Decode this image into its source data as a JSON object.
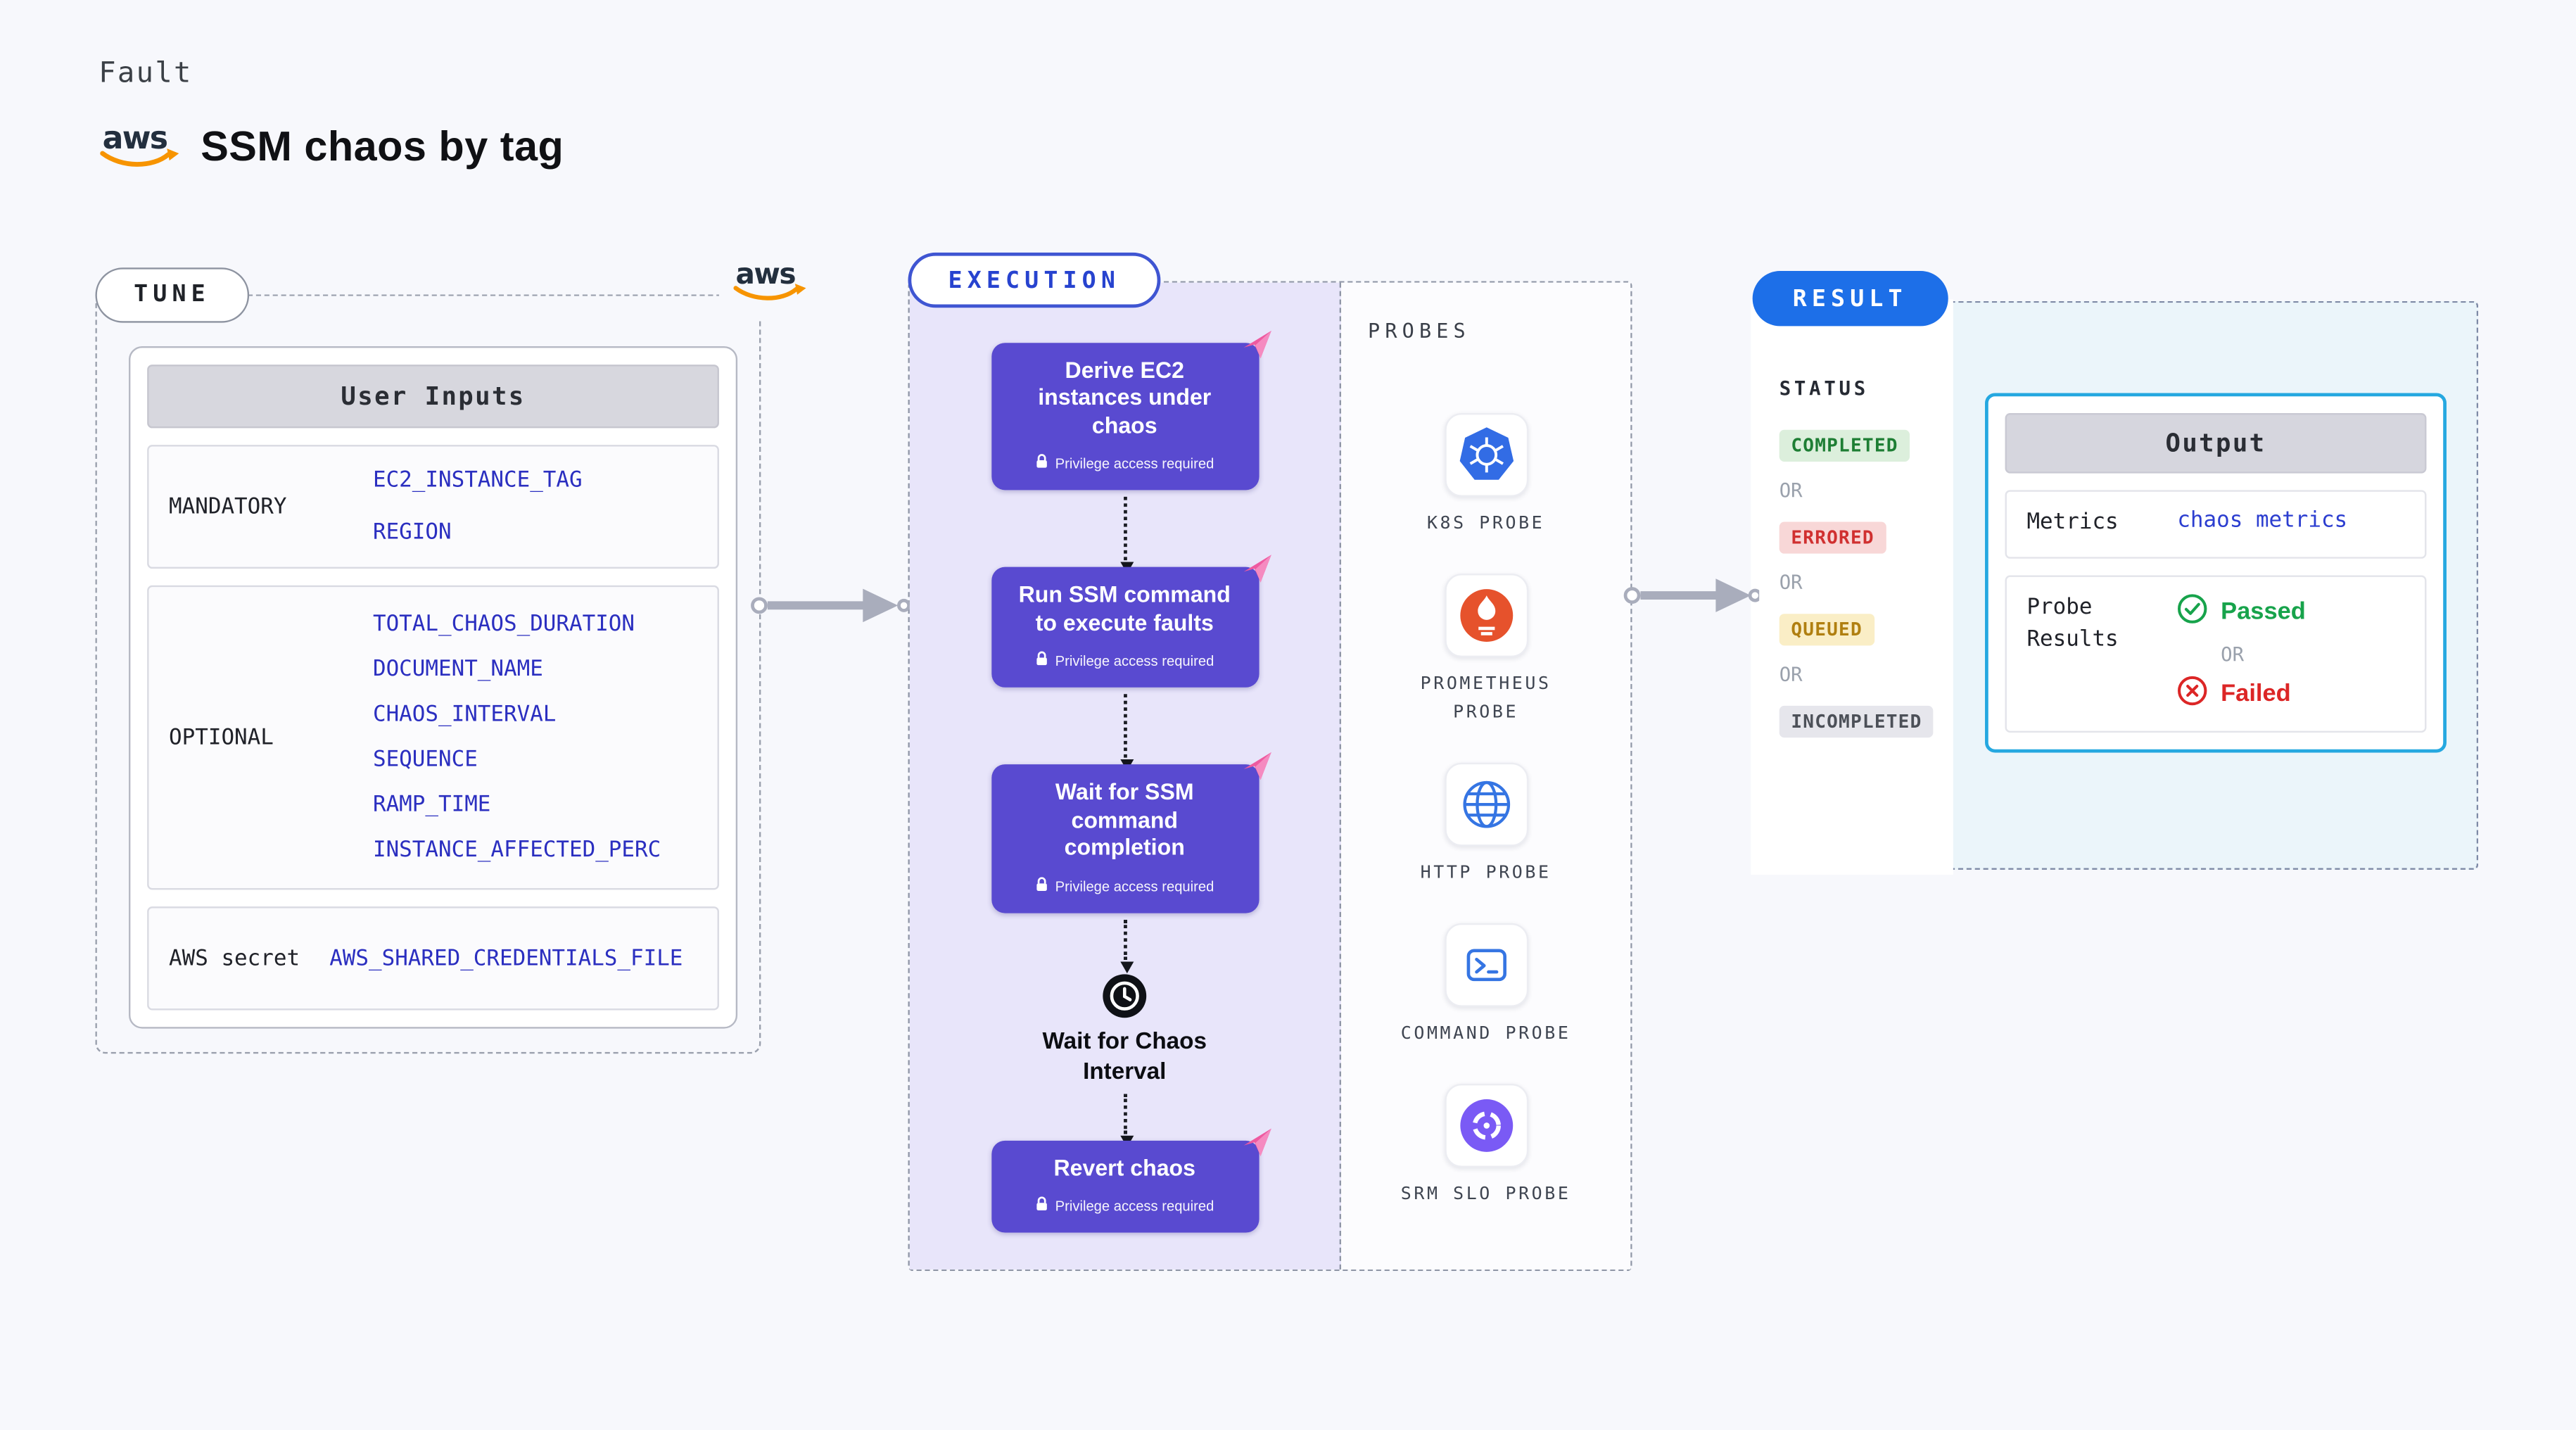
{
  "page": {
    "kicker": "Fault",
    "title": "SSM chaos by tag"
  },
  "tune": {
    "pill": "TUNE",
    "inputs": {
      "header": "User Inputs",
      "rows": [
        {
          "label": "MANDATORY",
          "values": [
            "EC2_INSTANCE_TAG",
            "REGION"
          ]
        },
        {
          "label": "OPTIONAL",
          "values": [
            "TOTAL_CHAOS_DURATION",
            "DOCUMENT_NAME",
            "CHAOS_INTERVAL",
            "SEQUENCE",
            "RAMP_TIME",
            "INSTANCE_AFFECTED_PERC"
          ]
        },
        {
          "label": "AWS secret",
          "values": [
            "AWS_SHARED_CREDENTIALS_FILE"
          ]
        }
      ]
    }
  },
  "execution": {
    "pill": "EXECUTION",
    "privilege_badge": "Privilege access required",
    "steps": [
      {
        "title": "Derive EC2 instances under chaos"
      },
      {
        "title": "Run SSM command to execute faults"
      },
      {
        "title": "Wait for SSM command completion"
      }
    ],
    "wait_step": "Wait for Chaos Interval",
    "revert_step": "Revert chaos"
  },
  "probes": {
    "header": "PROBES",
    "items": [
      {
        "label": "K8S PROBE",
        "icon": "kubernetes-icon"
      },
      {
        "label": "PROMETHEUS PROBE",
        "icon": "prometheus-icon"
      },
      {
        "label": "HTTP PROBE",
        "icon": "globe-icon"
      },
      {
        "label": "COMMAND PROBE",
        "icon": "terminal-icon"
      },
      {
        "label": "SRM SLO PROBE",
        "icon": "srm-slo-icon"
      }
    ]
  },
  "result": {
    "pill": "RESULT",
    "status": {
      "header": "STATUS",
      "separator": "OR",
      "badges": [
        {
          "text": "COMPLETED",
          "type": "completed"
        },
        {
          "text": "ERRORED",
          "type": "errored"
        },
        {
          "text": "QUEUED",
          "type": "queued"
        },
        {
          "text": "INCOMPLETED",
          "type": "incompleted"
        }
      ]
    },
    "output": {
      "header": "Output",
      "metrics_label": "Metrics",
      "metrics_link": "chaos metrics",
      "probe_results_label": "Probe Results",
      "passed_label": "Passed",
      "or": "OR",
      "failed_label": "Failed"
    }
  },
  "colors": {
    "step_purple": "#594ad0",
    "result_blue": "#1d6fe8",
    "mono_blue": "#2b2fc0",
    "passed_green": "#17a34b",
    "failed_red": "#dc2626",
    "chaos_pink": "#ee5aa0",
    "output_border": "#25a8e0"
  }
}
